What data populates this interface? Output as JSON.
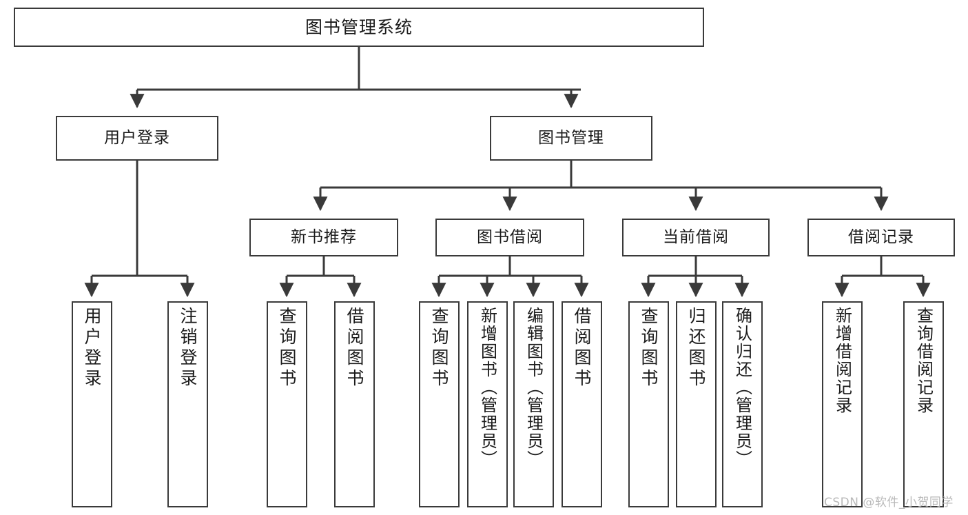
{
  "diagram": {
    "type": "tree",
    "title": "图书管理系统",
    "line_color": "#3a3a3a",
    "box_fill": "#ffffff",
    "text_color": "#1b1b1b",
    "watermark": "CSDN @软件_小贺同学"
  },
  "root": {
    "label": "图书管理系统"
  },
  "level2": [
    {
      "label": "用户登录"
    },
    {
      "label": "图书管理"
    }
  ],
  "level3": [
    {
      "label": "新书推荐"
    },
    {
      "label": "图书借阅"
    },
    {
      "label": "当前借阅"
    },
    {
      "label": "借阅记录"
    }
  ],
  "leaves": {
    "user_login": [
      {
        "label": "用户登录"
      },
      {
        "label": "注销登录"
      }
    ],
    "new_book_recommend": [
      {
        "label": "查询图书"
      },
      {
        "label": "借阅图书"
      }
    ],
    "book_borrow": [
      {
        "label": "查询图书"
      },
      {
        "label": "新增图书（管理员）"
      },
      {
        "label": "编辑图书（管理员）"
      },
      {
        "label": "借阅图书"
      }
    ],
    "current_borrow": [
      {
        "label": "查询图书"
      },
      {
        "label": "归还图书"
      },
      {
        "label": "确认归还（管理员）"
      }
    ],
    "borrow_record": [
      {
        "label": "新增借阅记录"
      },
      {
        "label": "查询借阅记录"
      }
    ]
  }
}
